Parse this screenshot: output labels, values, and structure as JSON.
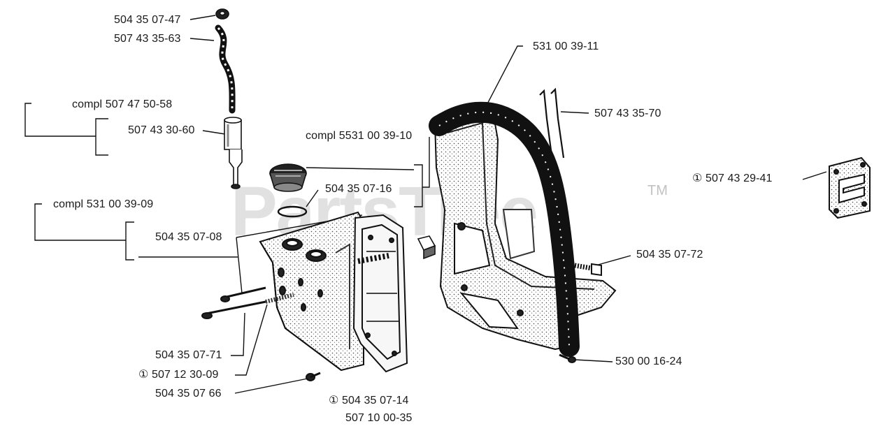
{
  "watermark": {
    "text": "PartsTree",
    "trademark": "TM"
  },
  "labels": {
    "p_504350747": "504 35 07-47",
    "p_507433563": "507 43 35-63",
    "p_compl_507475058": "compl 507 47 50-58",
    "p_507433060": "507 43 30-60",
    "p_compl_5531003910": "compl 5531 00 39-10",
    "p_504350716": "504 35 07-16",
    "p_compl_531003909": "compl 531 00 39-09",
    "p_504350708": "504 35 07-08",
    "p_504350771": "504 35 07-71",
    "p_507123009": "① 507 12 30-09",
    "p_504350766": "504 35 07 66",
    "p_504350714": "① 504 35 07-14",
    "p_507100035": "507 10 00-35",
    "p_531003911": "531 00 39-11",
    "p_507433570": "507 43 35-70",
    "p_507432941": "① 507 43 29-41",
    "p_504350772": "504 35 07-72",
    "p_530001624": "530 00 16-24"
  }
}
